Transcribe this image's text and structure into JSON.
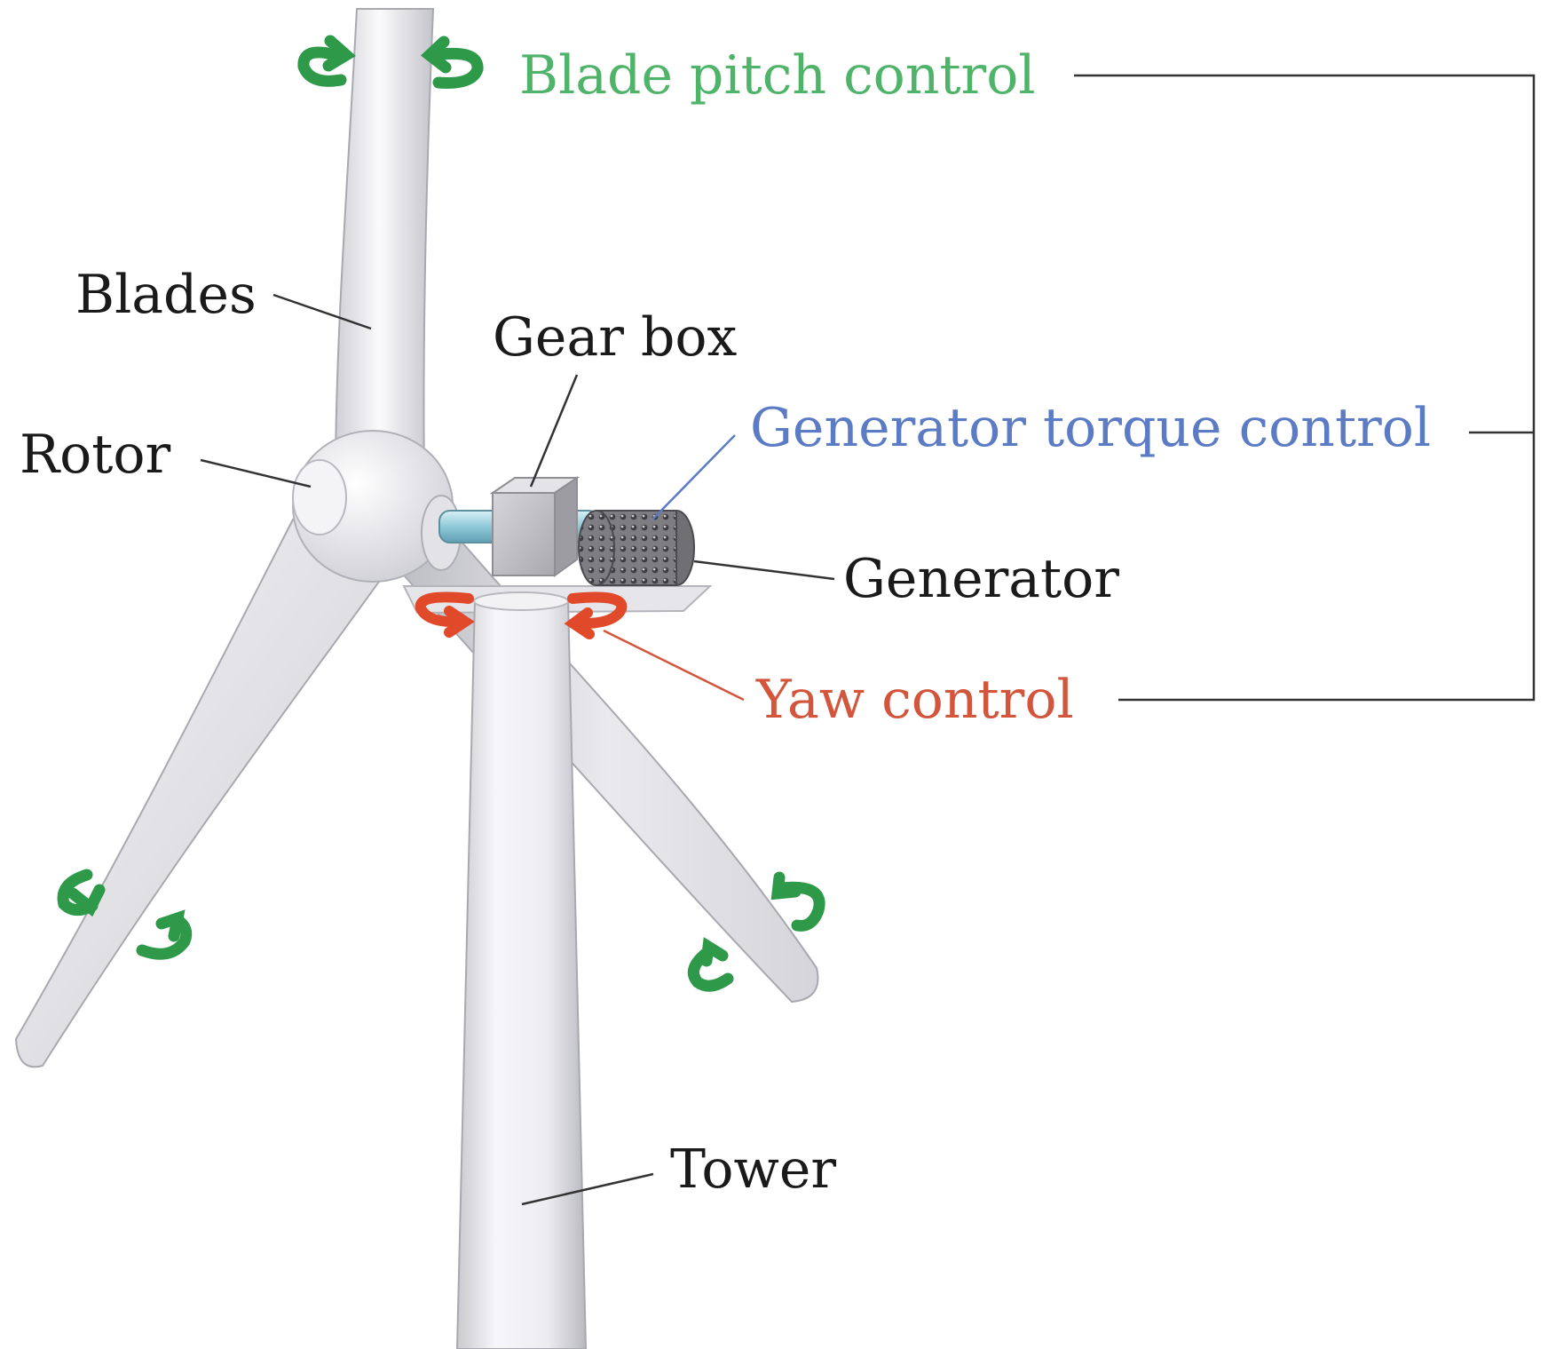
{
  "labels": {
    "blade_pitch_control": "Blade pitch control",
    "blades": "Blades",
    "gear_box": "Gear box",
    "generator_torque_control": "Generator torque control",
    "rotor": "Rotor",
    "generator": "Generator",
    "yaw_control": "Yaw control",
    "tower": "Tower"
  },
  "colors": {
    "pitch": "#4fb36a",
    "pitch_arrow": "#2e9a49",
    "torque": "#5b7bc4",
    "yaw": "#d2553c",
    "yaw_arrow": "#e04a2a",
    "text": "#1a1a1a",
    "leader": "#333333"
  },
  "icons": {
    "pitch_arrows": "curved-rotation-arrow-icon",
    "yaw_arrows": "curved-rotation-arrow-icon"
  }
}
